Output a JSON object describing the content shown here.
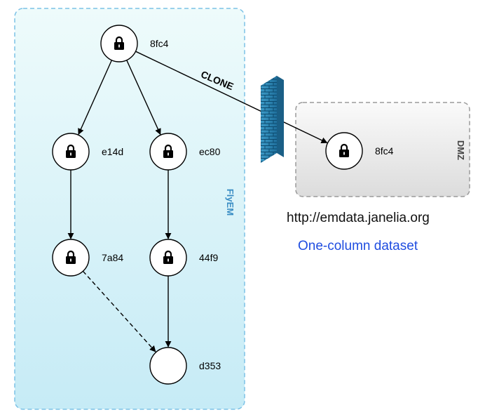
{
  "regions": {
    "flyem": {
      "label": "FlyEM",
      "color": "#3a8dc4"
    },
    "dmz": {
      "label": "DMZ",
      "color": "#444444"
    }
  },
  "edge_label": "CLONE",
  "nodes": [
    {
      "id": "8fc4",
      "label": "8fc4",
      "locked": true,
      "icon": "lock-icon"
    },
    {
      "id": "e14d",
      "label": "e14d",
      "locked": true,
      "icon": "lock-icon"
    },
    {
      "id": "ec80",
      "label": "ec80",
      "locked": true,
      "icon": "lock-icon"
    },
    {
      "id": "7a84",
      "label": "7a84",
      "locked": true,
      "icon": "lock-icon"
    },
    {
      "id": "44f9",
      "label": "44f9",
      "locked": true,
      "icon": "lock-icon"
    },
    {
      "id": "d353",
      "label": "d353",
      "locked": false
    },
    {
      "id": "dmz-8fc4",
      "label": "8fc4",
      "locked": true,
      "icon": "lock-icon"
    }
  ],
  "edges": [
    {
      "from": "8fc4",
      "to": "e14d",
      "style": "solid"
    },
    {
      "from": "8fc4",
      "to": "ec80",
      "style": "solid"
    },
    {
      "from": "e14d",
      "to": "7a84",
      "style": "solid"
    },
    {
      "from": "ec80",
      "to": "44f9",
      "style": "solid"
    },
    {
      "from": "44f9",
      "to": "d353",
      "style": "solid"
    },
    {
      "from": "7a84",
      "to": "d353",
      "style": "dashed"
    },
    {
      "from": "8fc4",
      "to": "dmz-8fc4",
      "style": "solid",
      "label": "CLONE"
    }
  ],
  "firewall": {
    "icon": "firewall-icon",
    "color": "#2a87b8"
  },
  "url": "http://emdata.janelia.org",
  "dataset_link": "One-column dataset"
}
